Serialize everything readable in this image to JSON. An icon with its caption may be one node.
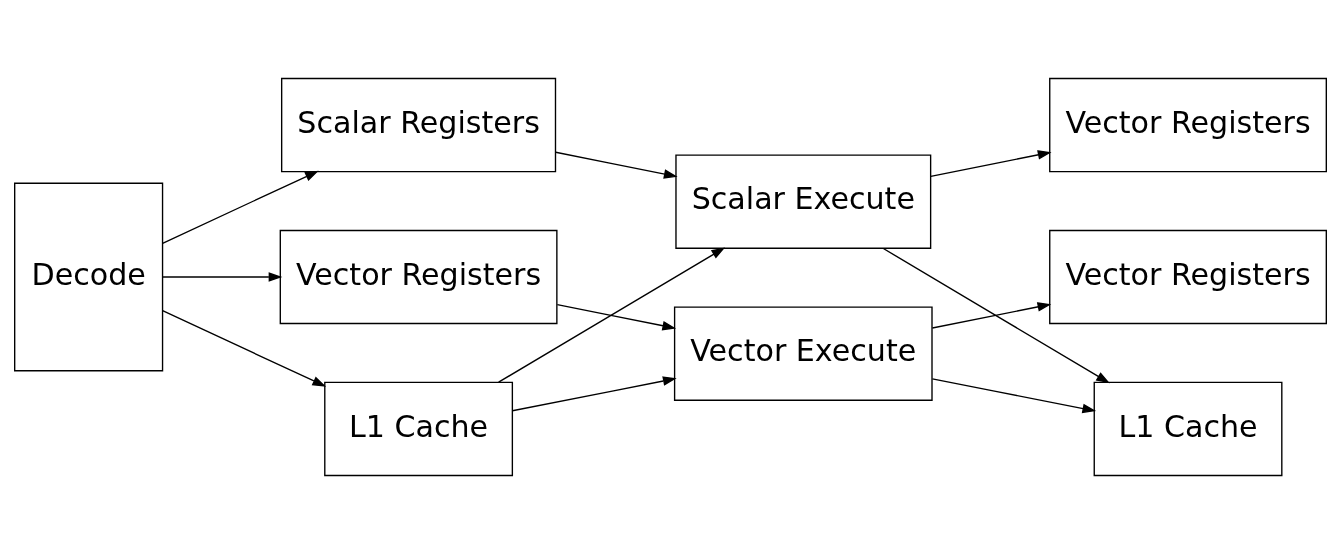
{
  "diagram": {
    "nodes": [
      {
        "text": [
          "Decode"
        ]
      },
      {
        "text": [
          "Scalar Registers"
        ]
      },
      {
        "text": [
          "Vector Registers"
        ]
      },
      {
        "text": [
          "L1 Cache"
        ]
      },
      {
        "text": [
          "Scalar Execute"
        ]
      },
      {
        "text": [
          "Vector Execute"
        ]
      },
      {
        "text": [
          "Vector Registers"
        ]
      },
      {
        "text": [
          "Vector Registers"
        ]
      },
      {
        "text": [
          "L1 Cache"
        ]
      }
    ],
    "edges": [
      {
        "from": 0,
        "to": 1,
        "arrow": "to"
      },
      {
        "from": 0,
        "to": 2,
        "arrow": "to"
      },
      {
        "from": 0,
        "to": 3,
        "arrow": "to"
      },
      {
        "from": 1,
        "to": 4,
        "arrow": "to"
      },
      {
        "from": 2,
        "to": 5,
        "arrow": "to"
      },
      {
        "from": 3,
        "to": 4,
        "arrow": "to"
      },
      {
        "from": 3,
        "to": 5,
        "arrow": "to"
      },
      {
        "from": 4,
        "to": 6,
        "arrow": "to"
      },
      {
        "from": 4,
        "to": 8,
        "arrow": "to"
      },
      {
        "from": 5,
        "to": 7,
        "arrow": "to"
      },
      {
        "from": 5,
        "to": 8,
        "arrow": "to"
      }
    ]
  }
}
